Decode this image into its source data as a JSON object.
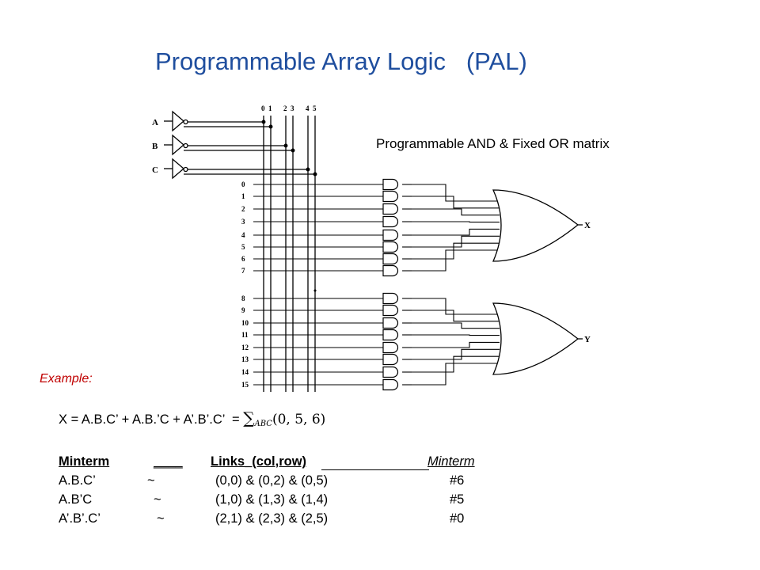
{
  "title": "Programmable Array Logic   (PAL)",
  "subtitle": "Programmable AND & Fixed OR matrix",
  "example_label": "Example:",
  "diagram": {
    "inputs": [
      "A",
      "B",
      "C"
    ],
    "columns": [
      "0",
      "1",
      "2",
      "3",
      "4",
      "5"
    ],
    "rows": [
      "0",
      "1",
      "2",
      "3",
      "4",
      "5",
      "6",
      "7",
      "8",
      "9",
      "10",
      "11",
      "12",
      "13",
      "14",
      "15"
    ],
    "outputs": [
      "X",
      "Y"
    ]
  },
  "equation": {
    "lhs": "X = A.B.C’ + A.B.’C + A’.B’.C’  = ",
    "sum_symbol": "∑",
    "subscript": "ABC",
    "terms": "(0, 5, 6)"
  },
  "table": {
    "headers": {
      "minterm": "Minterm",
      "gap": "____",
      "links": "Links_(col,row)",
      "minterm_no": "Minterm"
    },
    "rows": [
      {
        "minterm": "A.B.C’",
        "tilde": "~",
        "links": "(0,0) & (0,2) & (0,5)",
        "number": "#6"
      },
      {
        "minterm": "A.B’C",
        "tilde": "~",
        "links": "(1,0) & (1,3) & (1,4)",
        "number": "#5"
      },
      {
        "minterm": "A’.B’.C’",
        "tilde": "~",
        "links": "(2,1) & (2,3) & (2,5)",
        "number": "#0"
      }
    ]
  },
  "colors": {
    "title": "#1f4e9e",
    "example": "#c00000",
    "text": "#000000"
  }
}
